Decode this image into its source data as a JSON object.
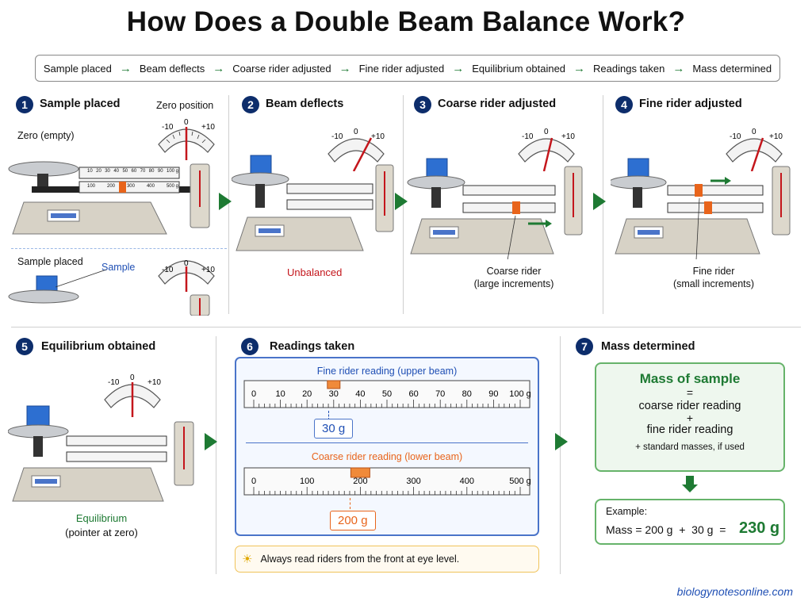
{
  "title": "How Does a Double Beam Balance Work?",
  "flow": [
    "Sample placed",
    "Beam deflects",
    "Coarse rider adjusted",
    "Fine rider adjusted",
    "Equilibrium obtained",
    "Readings taken",
    "Mass determined"
  ],
  "flow_arrow": "→",
  "steps": [
    {
      "num": "1",
      "title": "Sample placed"
    },
    {
      "num": "2",
      "title": "Beam deflects"
    },
    {
      "num": "3",
      "title": "Coarse rider adjusted"
    },
    {
      "num": "4",
      "title": "Fine rider adjusted"
    },
    {
      "num": "5",
      "title": "Equilibrium obtained"
    },
    {
      "num": "6",
      "title": "Readings taken"
    },
    {
      "num": "7",
      "title": "Mass determined"
    }
  ],
  "step1": {
    "zero_position": "Zero position",
    "zero_empty": "Zero (empty)",
    "sample_placed": "Sample placed",
    "sample": "Sample"
  },
  "step2": {
    "unbalanced": "Unbalanced"
  },
  "step3": {
    "caption1": "Coarse rider",
    "caption2": "(large increments)"
  },
  "step4": {
    "caption1": "Fine rider",
    "caption2": "(small increments)"
  },
  "step5": {
    "caption1": "Equilibrium",
    "caption2": "(pointer at zero)"
  },
  "gauge": {
    "left": "-10",
    "center": "0",
    "right": "+10"
  },
  "beam": {
    "upper_ticks": [
      "10",
      "20",
      "30",
      "40",
      "50",
      "60",
      "70",
      "80",
      "90",
      "100 g"
    ],
    "lower_ticks": [
      "100",
      "200",
      "300",
      "400",
      "500 g"
    ]
  },
  "readings": {
    "fine_label": "Fine rider reading (upper beam)",
    "fine_ticks": [
      "0",
      "10",
      "20",
      "30",
      "40",
      "50",
      "60",
      "70",
      "80",
      "90",
      "100 g"
    ],
    "fine_value": "30 g",
    "fine_reading": 30,
    "coarse_label": "Coarse rider reading (lower beam)",
    "coarse_ticks": [
      "0",
      "100",
      "200",
      "300",
      "400",
      "500 g"
    ],
    "coarse_value": "200 g",
    "coarse_reading": 200,
    "tip": "Always read riders from the front at eye level."
  },
  "mass": {
    "heading": "Mass of sample",
    "eq": "=",
    "line1": "coarse rider reading",
    "plus": "+",
    "line2": "fine rider reading",
    "note": "+ standard masses, if used",
    "example_label": "Example:",
    "example_expr": "Mass = 200 g  +  30 g  =",
    "example_result": "230 g"
  },
  "credit": "biologynotesonline.com",
  "colors": {
    "accent_green": "#1e7a33",
    "navy": "#0d2d6b",
    "red": "#c4161c",
    "blue": "#1f4fb4",
    "orange": "#e8641b"
  }
}
